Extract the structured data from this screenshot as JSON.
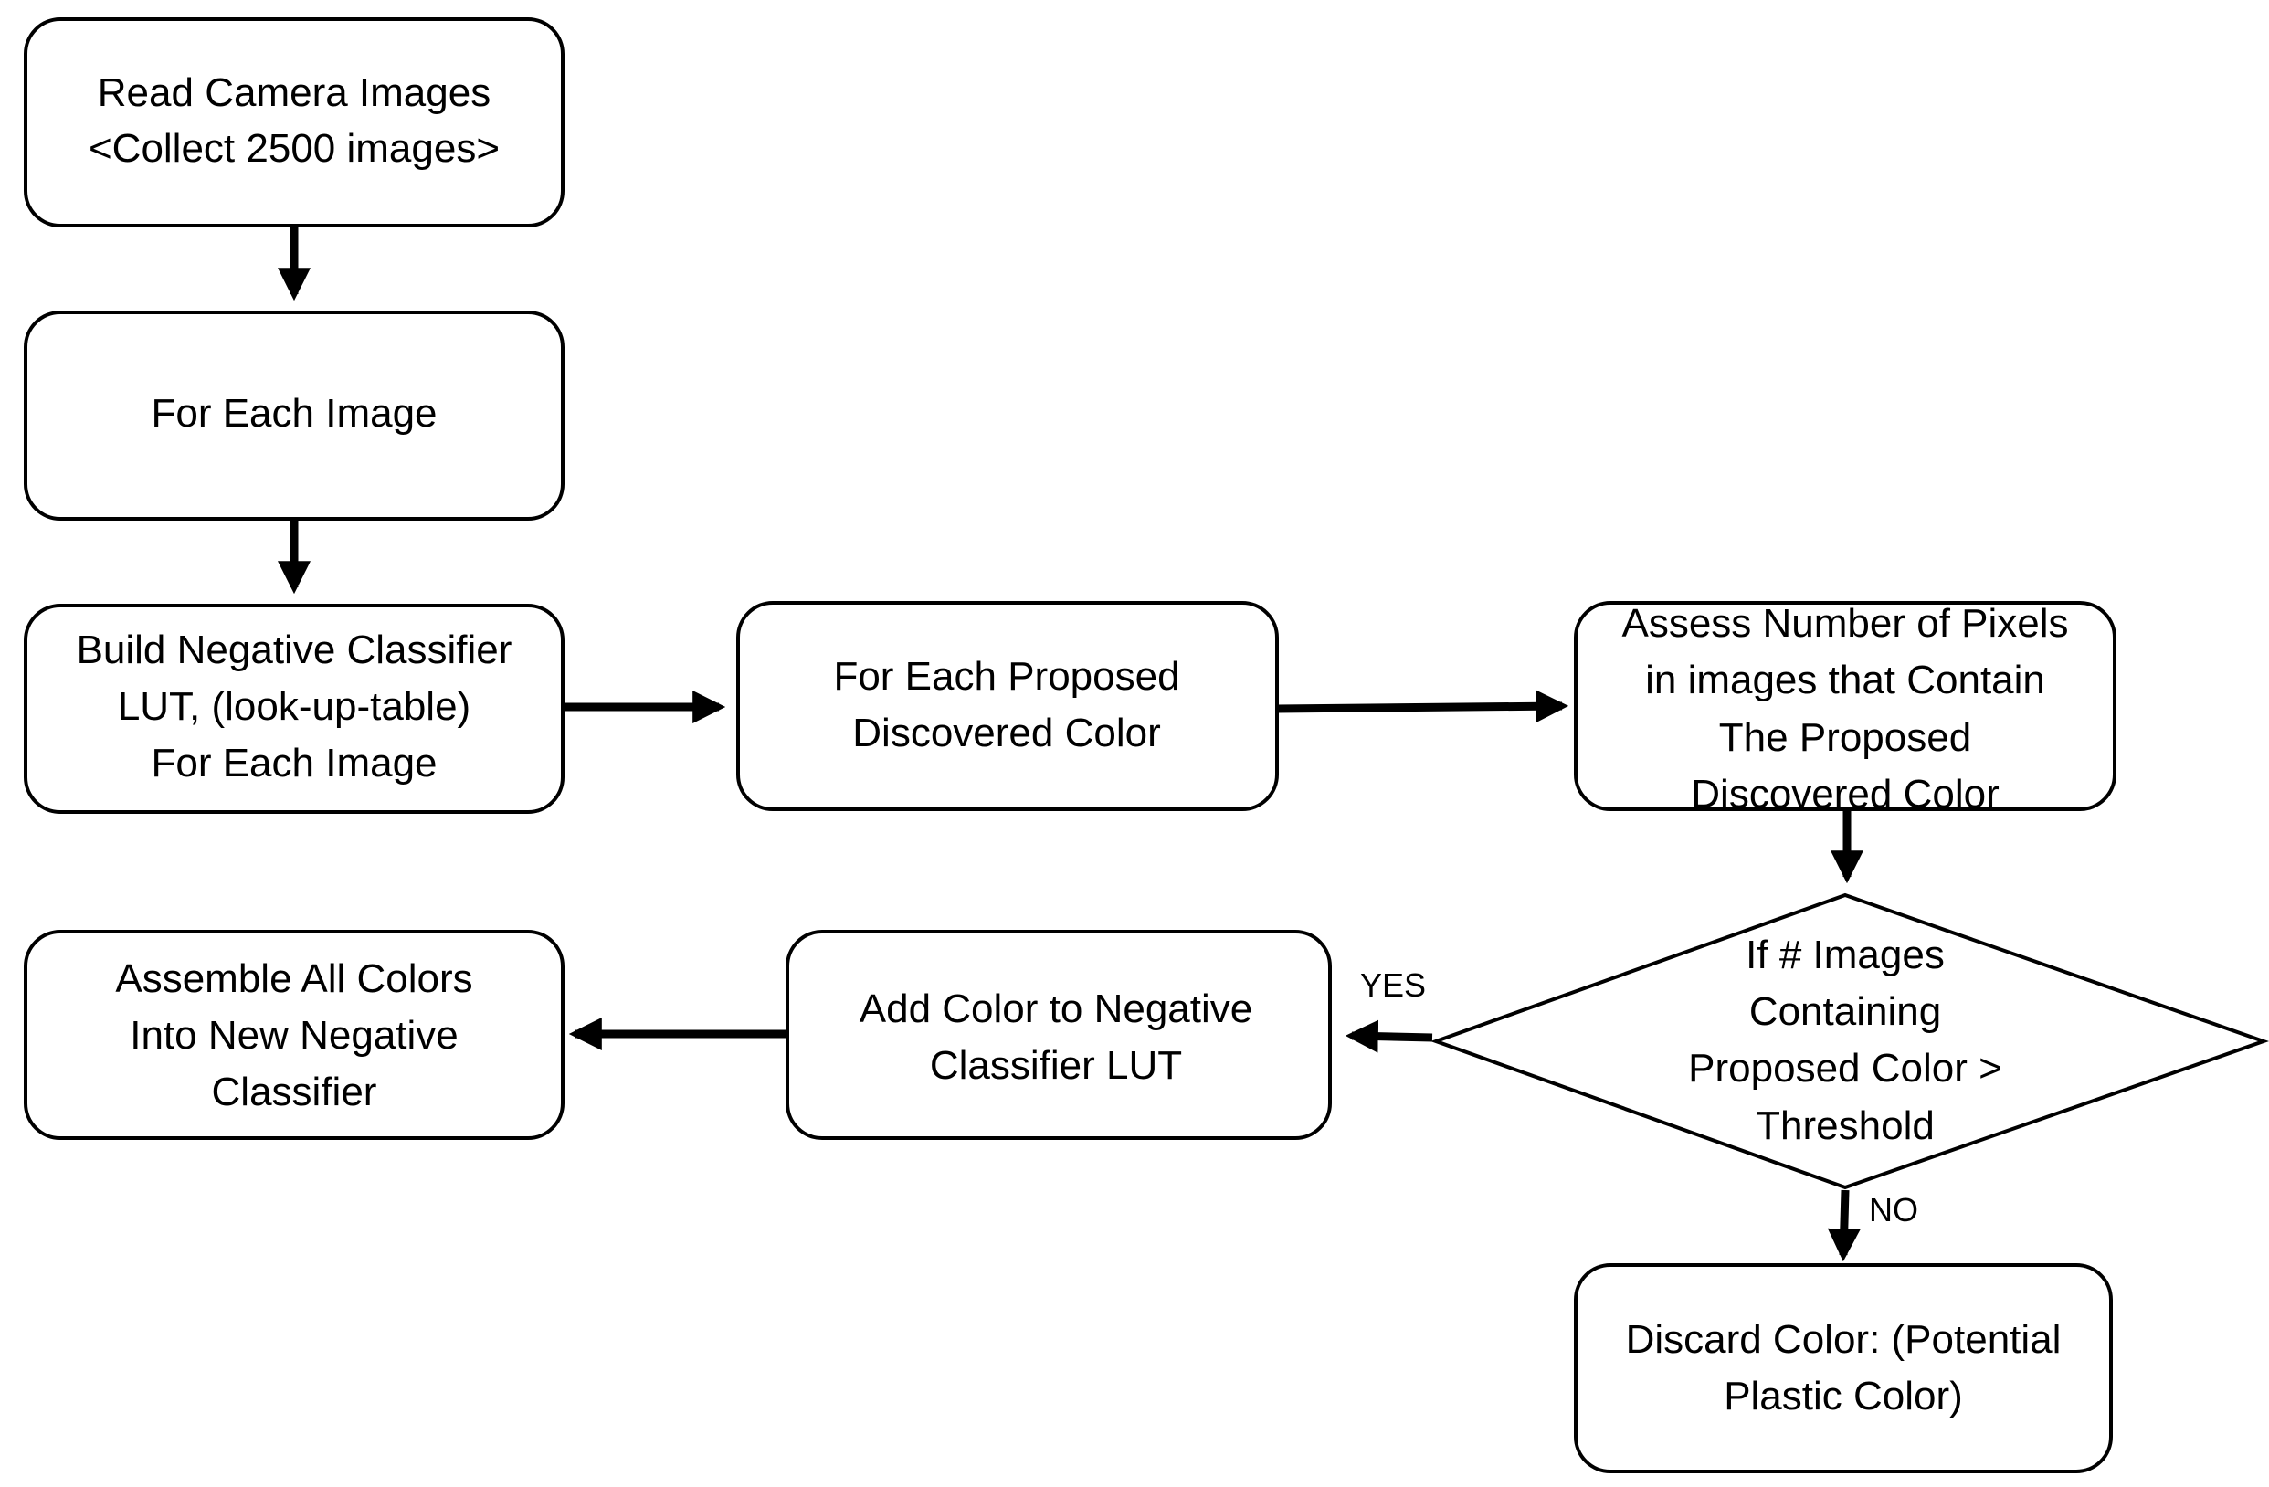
{
  "nodes": {
    "read_images": {
      "lines": [
        "Read Camera Images",
        "<Collect 2500 images>"
      ]
    },
    "for_each_image": {
      "lines": [
        "For Each Image"
      ]
    },
    "build_lut": {
      "lines": [
        "Build Negative Classifier",
        "LUT, (look-up-table)",
        "For Each Image"
      ]
    },
    "for_each_color": {
      "lines": [
        "For Each Proposed",
        "Discovered Color"
      ]
    },
    "assess_pixels": {
      "lines": [
        "Assess Number of Pixels",
        "in images that Contain",
        "The Proposed",
        "Discovered Color"
      ]
    },
    "threshold_decision": {
      "lines": [
        "If # Images",
        "Containing",
        "Proposed Color >",
        "Threshold"
      ]
    },
    "add_color": {
      "lines": [
        "Add Color to Negative",
        "Classifier LUT"
      ]
    },
    "assemble_colors": {
      "lines": [
        "Assemble All Colors",
        "Into New Negative",
        "Classifier"
      ]
    },
    "discard_color": {
      "lines": [
        "Discard Color: (Potential",
        "Plastic Color)"
      ]
    }
  },
  "edge_labels": {
    "yes": "YES",
    "no": "NO"
  },
  "colors": {
    "stroke": "#000000",
    "fill": "#ffffff"
  }
}
